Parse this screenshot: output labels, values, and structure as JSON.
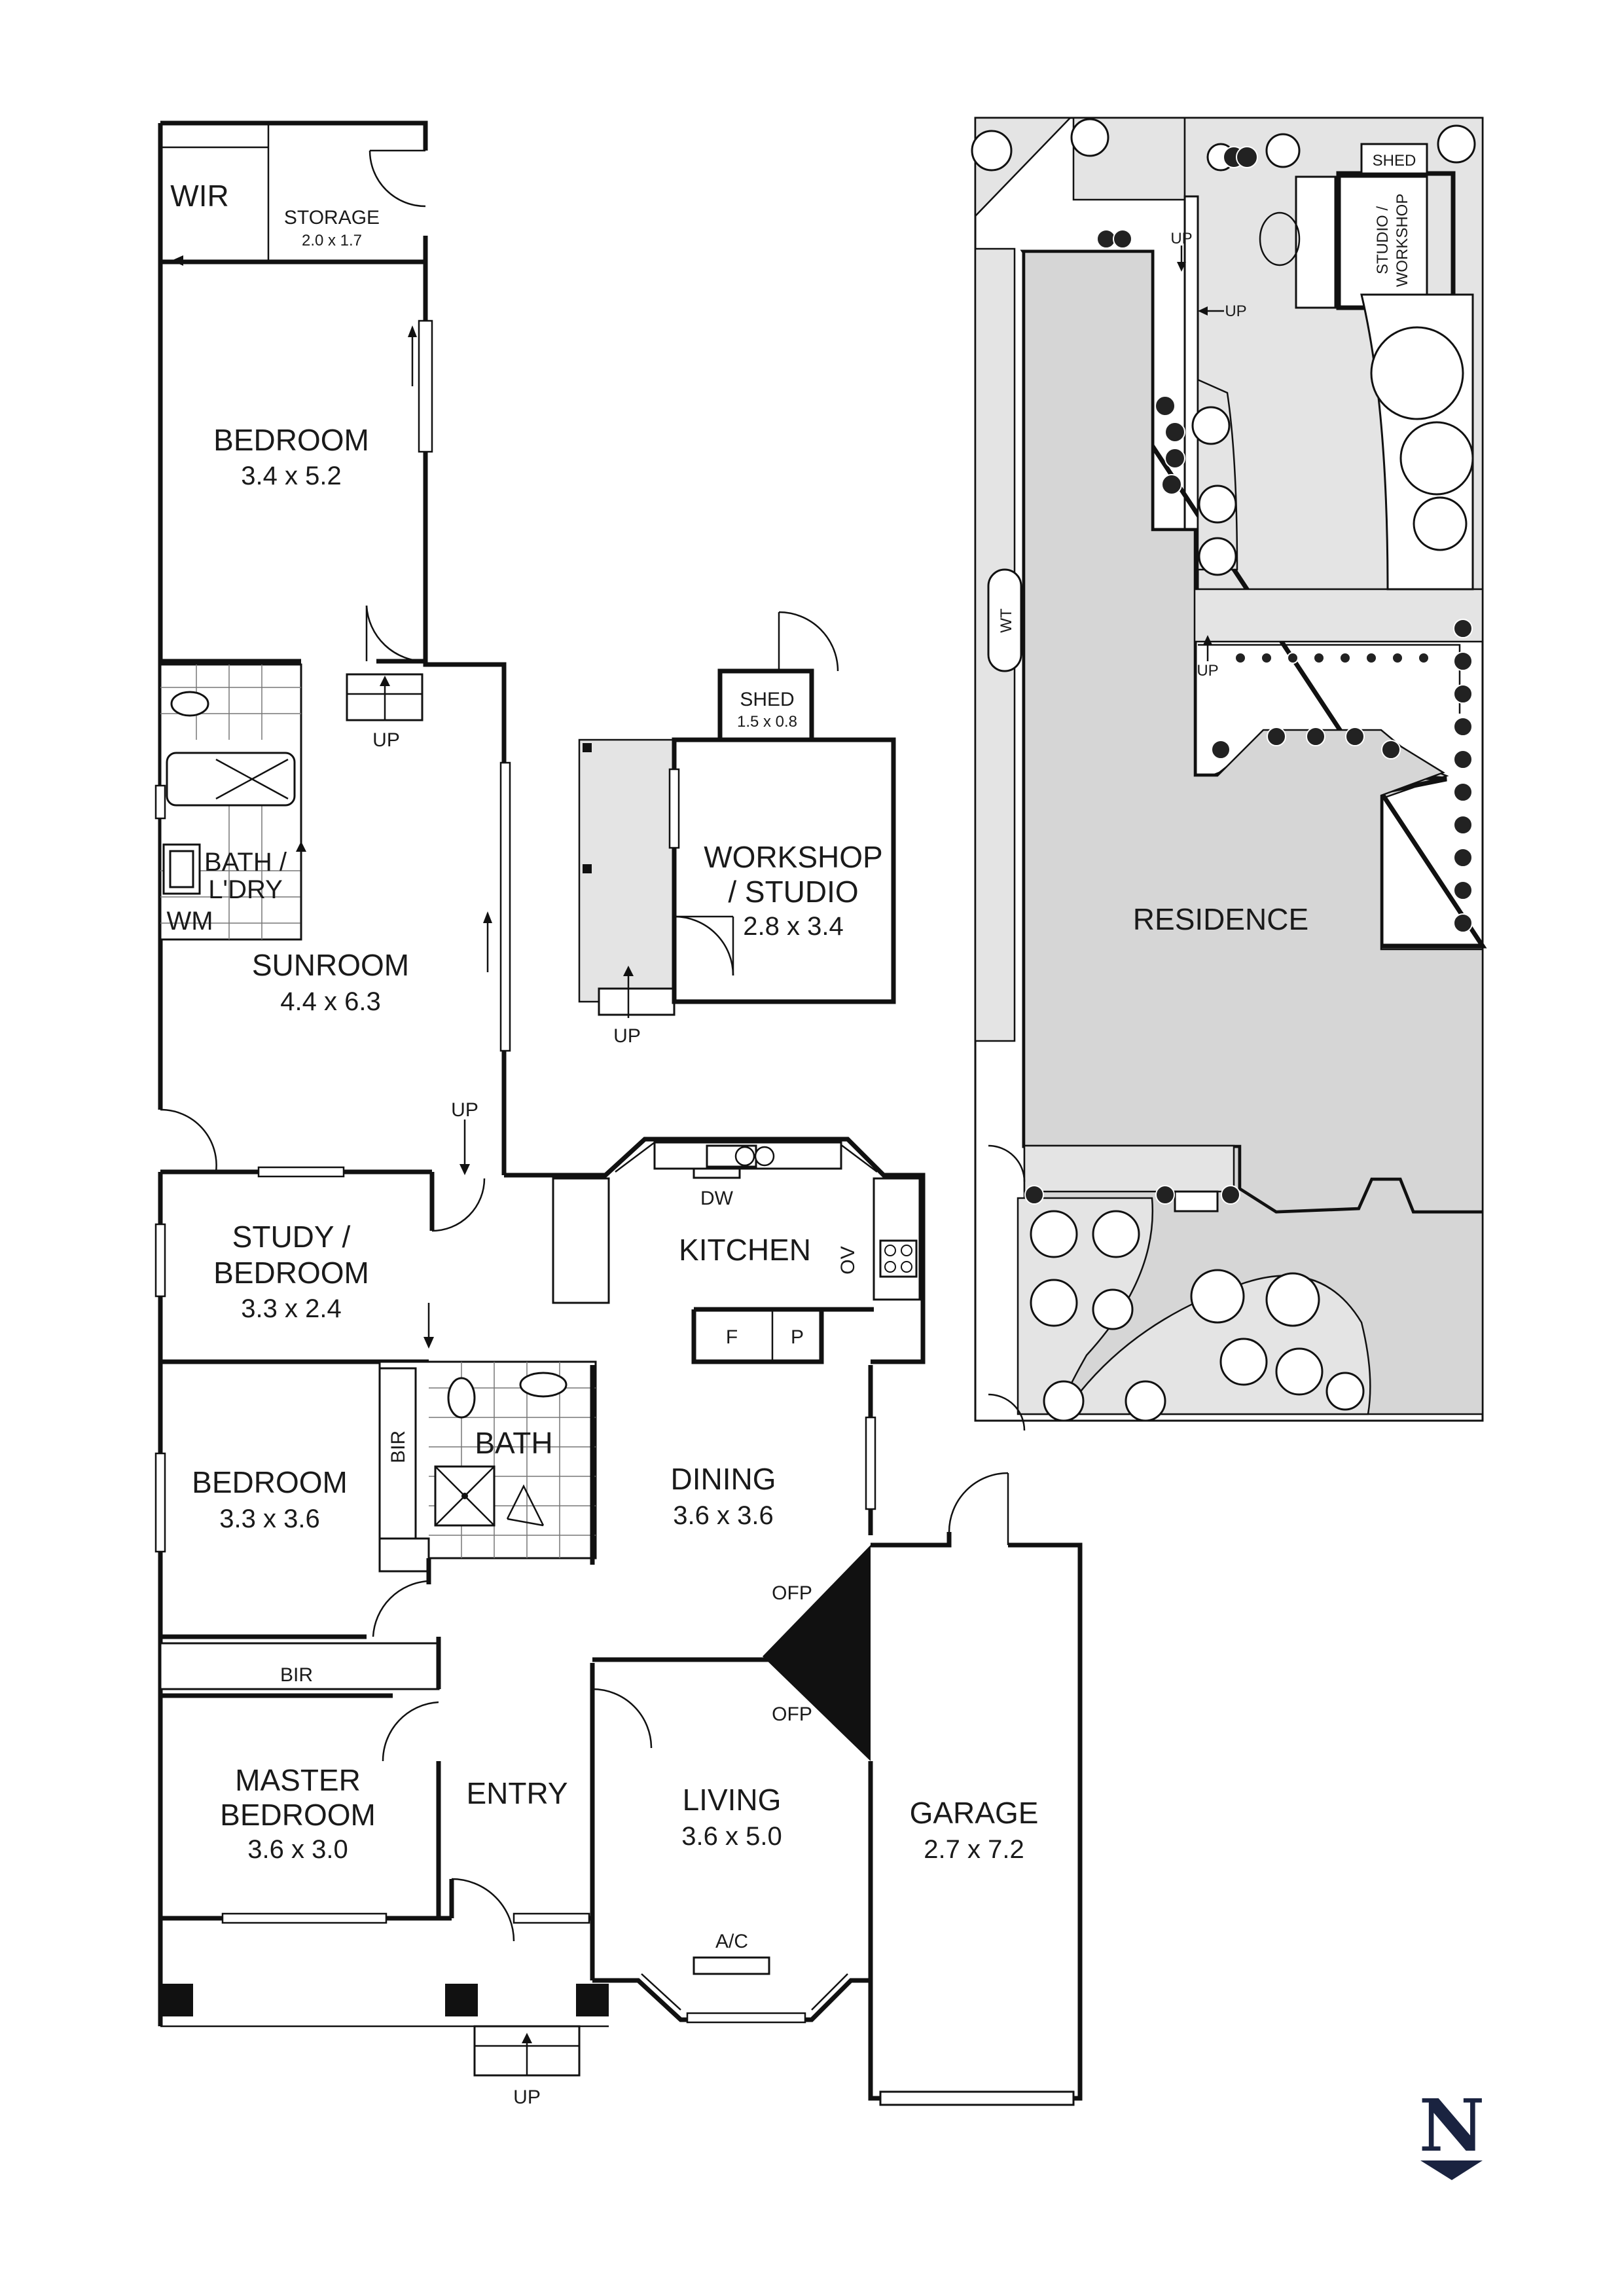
{
  "rooms": {
    "wir": {
      "name": "WIR"
    },
    "storage": {
      "name": "STORAGE",
      "dims": "2.0 x 1.7"
    },
    "bedroom1": {
      "name": "BEDROOM",
      "dims": "3.4 x 5.2"
    },
    "bath_ldry": {
      "name_line1": "BATH /",
      "name_line2": "L'DRY",
      "wm": "WM"
    },
    "sunroom": {
      "name": "SUNROOM",
      "dims": "4.4 x 6.3"
    },
    "shed_small": {
      "name": "SHED",
      "dims": "1.5 x 0.8"
    },
    "workshop": {
      "name_line1": "WORKSHOP",
      "name_line2": "/ STUDIO",
      "dims": "2.8 x 3.4"
    },
    "study": {
      "name_line1": "STUDY /",
      "name_line2": "BEDROOM",
      "dims": "3.3 x 2.4"
    },
    "kitchen": {
      "name": "KITCHEN",
      "dw": "DW",
      "ov": "OV",
      "f": "F",
      "p": "P"
    },
    "bedroom2": {
      "name": "BEDROOM",
      "dims": "3.3 x 3.6",
      "bir": "BIR"
    },
    "bath": {
      "name": "BATH"
    },
    "dining": {
      "name": "DINING",
      "dims": "3.6 x 3.6"
    },
    "master": {
      "name_line1": "MASTER",
      "name_line2": "BEDROOM",
      "dims": "3.6 x 3.0",
      "bir": "BIR"
    },
    "entry": {
      "name": "ENTRY"
    },
    "living": {
      "name": "LIVING",
      "dims": "3.6 x 5.0",
      "ac": "A/C"
    },
    "garage": {
      "name": "GARAGE",
      "dims": "2.7 x 7.2"
    },
    "fireplace": {
      "ofp_top": "OFP",
      "ofp_bottom": "OFP"
    }
  },
  "stairs": {
    "up": "UP"
  },
  "site": {
    "residence": "RESIDENCE",
    "shed": "SHED",
    "studio_line1": "STUDIO /",
    "studio_line2": "WORKSHOP",
    "wt": "WT",
    "up": "UP"
  },
  "north": {
    "letter": "N"
  }
}
